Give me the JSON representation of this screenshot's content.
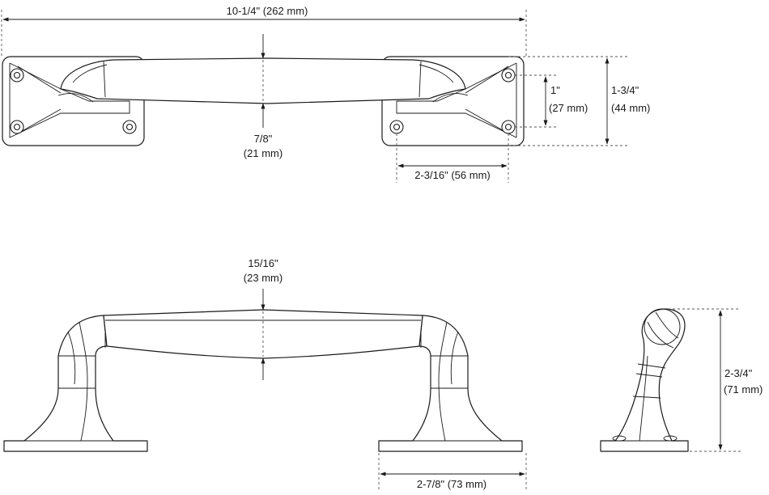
{
  "dimensions": {
    "overall_length": "10-1/4\" (262 mm)",
    "grip_width_top": {
      "inch": "7/8\"",
      "mm": "(21 mm)"
    },
    "hole_spacing_vertical": {
      "inch": "1\"",
      "mm": "(27 mm)"
    },
    "base_width": {
      "inch": "1-3/4\"",
      "mm": "(44 mm)"
    },
    "hole_spacing_horizontal": "2-3/16\" (56 mm)",
    "grip_thickness_side": {
      "inch": "15/16\"",
      "mm": "(23 mm)"
    },
    "base_length": "2-7/8\" (73 mm)",
    "projection": {
      "inch": "2-3/4\"",
      "mm": "(71 mm)"
    }
  }
}
